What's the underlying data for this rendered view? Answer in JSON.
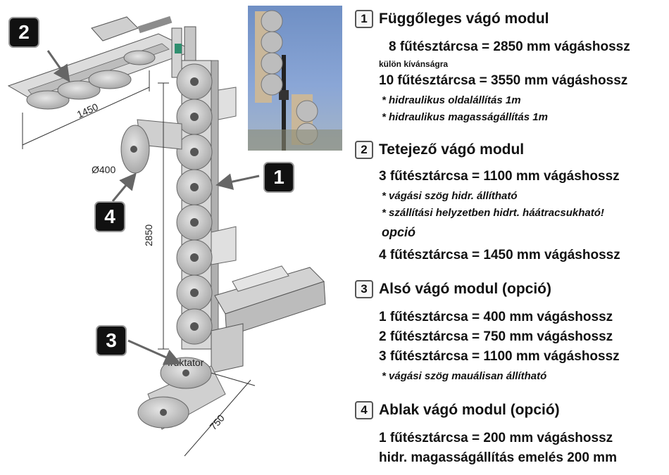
{
  "diagram": {
    "callouts": [
      "1",
      "2",
      "3",
      "4"
    ],
    "dimensions": {
      "top_length": "1450",
      "height": "2850",
      "bottom": "750",
      "window_disc": "Ø400"
    },
    "brand_text": "fruktator",
    "colors": {
      "metal": "#d9d9d9",
      "disc": "#c8c8c8",
      "dark": "#111111",
      "arrow": "#666666"
    }
  },
  "legend": {
    "s1": {
      "num": "1",
      "title": "Függőleges vágó modul",
      "l1": "8 fűtésztárcsa = 2850 mm vágáshossz",
      "l2": "külön kívánságra",
      "l3": "10 fűtésztárcsa = 3550 mm vágáshossz",
      "l4": "* hidraulikus oldalállítás 1m",
      "l5": "* hidraulikus magasságállítás 1m"
    },
    "s2": {
      "num": "2",
      "title": "Tetejező vágó modul",
      "l1": "3 fűtésztárcsa = 1100 mm vágáshossz",
      "l2": "* vágási szög hidr. állítható",
      "l3": "* szállítási helyzetben hidrt. háátracsukható!",
      "l4": "opció",
      "l5": "4 fűtésztárcsa = 1450 mm vágáshossz"
    },
    "s3": {
      "num": "3",
      "title": "Alsó vágó modul (opció)",
      "l1": "1 fűtésztárcsa = 400 mm vágáshossz",
      "l2": "2 fűtésztárcsa = 750 mm vágáshossz",
      "l3": "3 fűtésztárcsa = 1100 mm vágáshossz",
      "l4": "* vágási szög mauálisan állítható"
    },
    "s4": {
      "num": "4",
      "title": "Ablak vágó modul (opció)",
      "l1": "1 fűtésztárcsa = 200 mm vágáshossz",
      "l2": "hidr. magasságállítás emelés 200 mm"
    }
  }
}
